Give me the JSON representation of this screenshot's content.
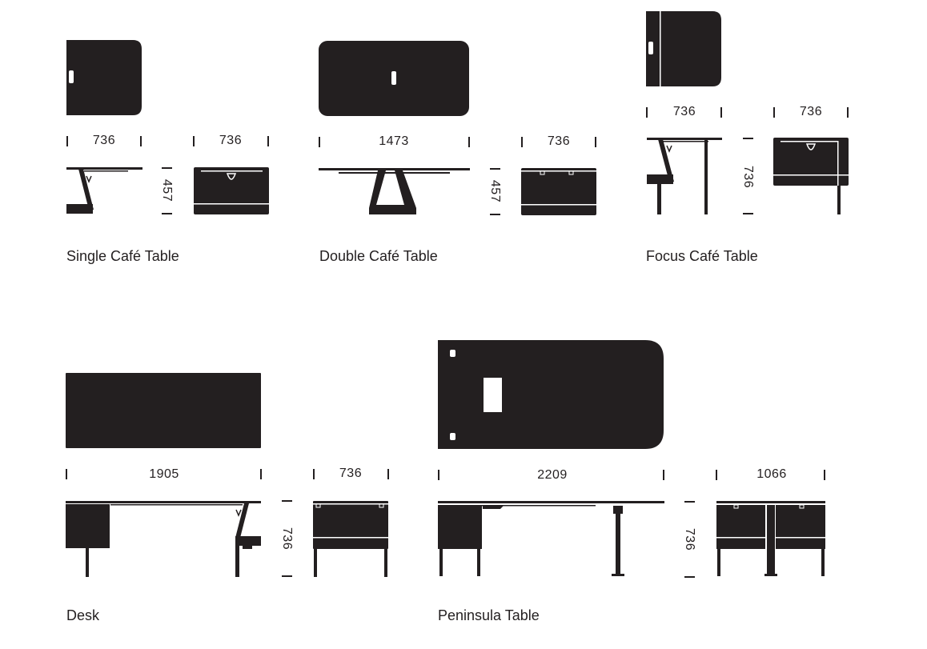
{
  "colors": {
    "ink": "#231f20",
    "background": "#ffffff"
  },
  "units": "mm",
  "products": [
    {
      "name": "Single Café Table",
      "plan_width": "736",
      "end_width": "736",
      "height": "457"
    },
    {
      "name": "Double Café Table",
      "plan_width": "1473",
      "end_width": "736",
      "height": "457"
    },
    {
      "name": "Focus Café Table",
      "plan_width": "736",
      "end_width": "736",
      "height": "736"
    },
    {
      "name": "Desk",
      "plan_width": "1905",
      "end_width": "736",
      "height": "736"
    },
    {
      "name": "Peninsula Table",
      "plan_width": "2209",
      "end_width": "1066",
      "height": "736"
    }
  ]
}
